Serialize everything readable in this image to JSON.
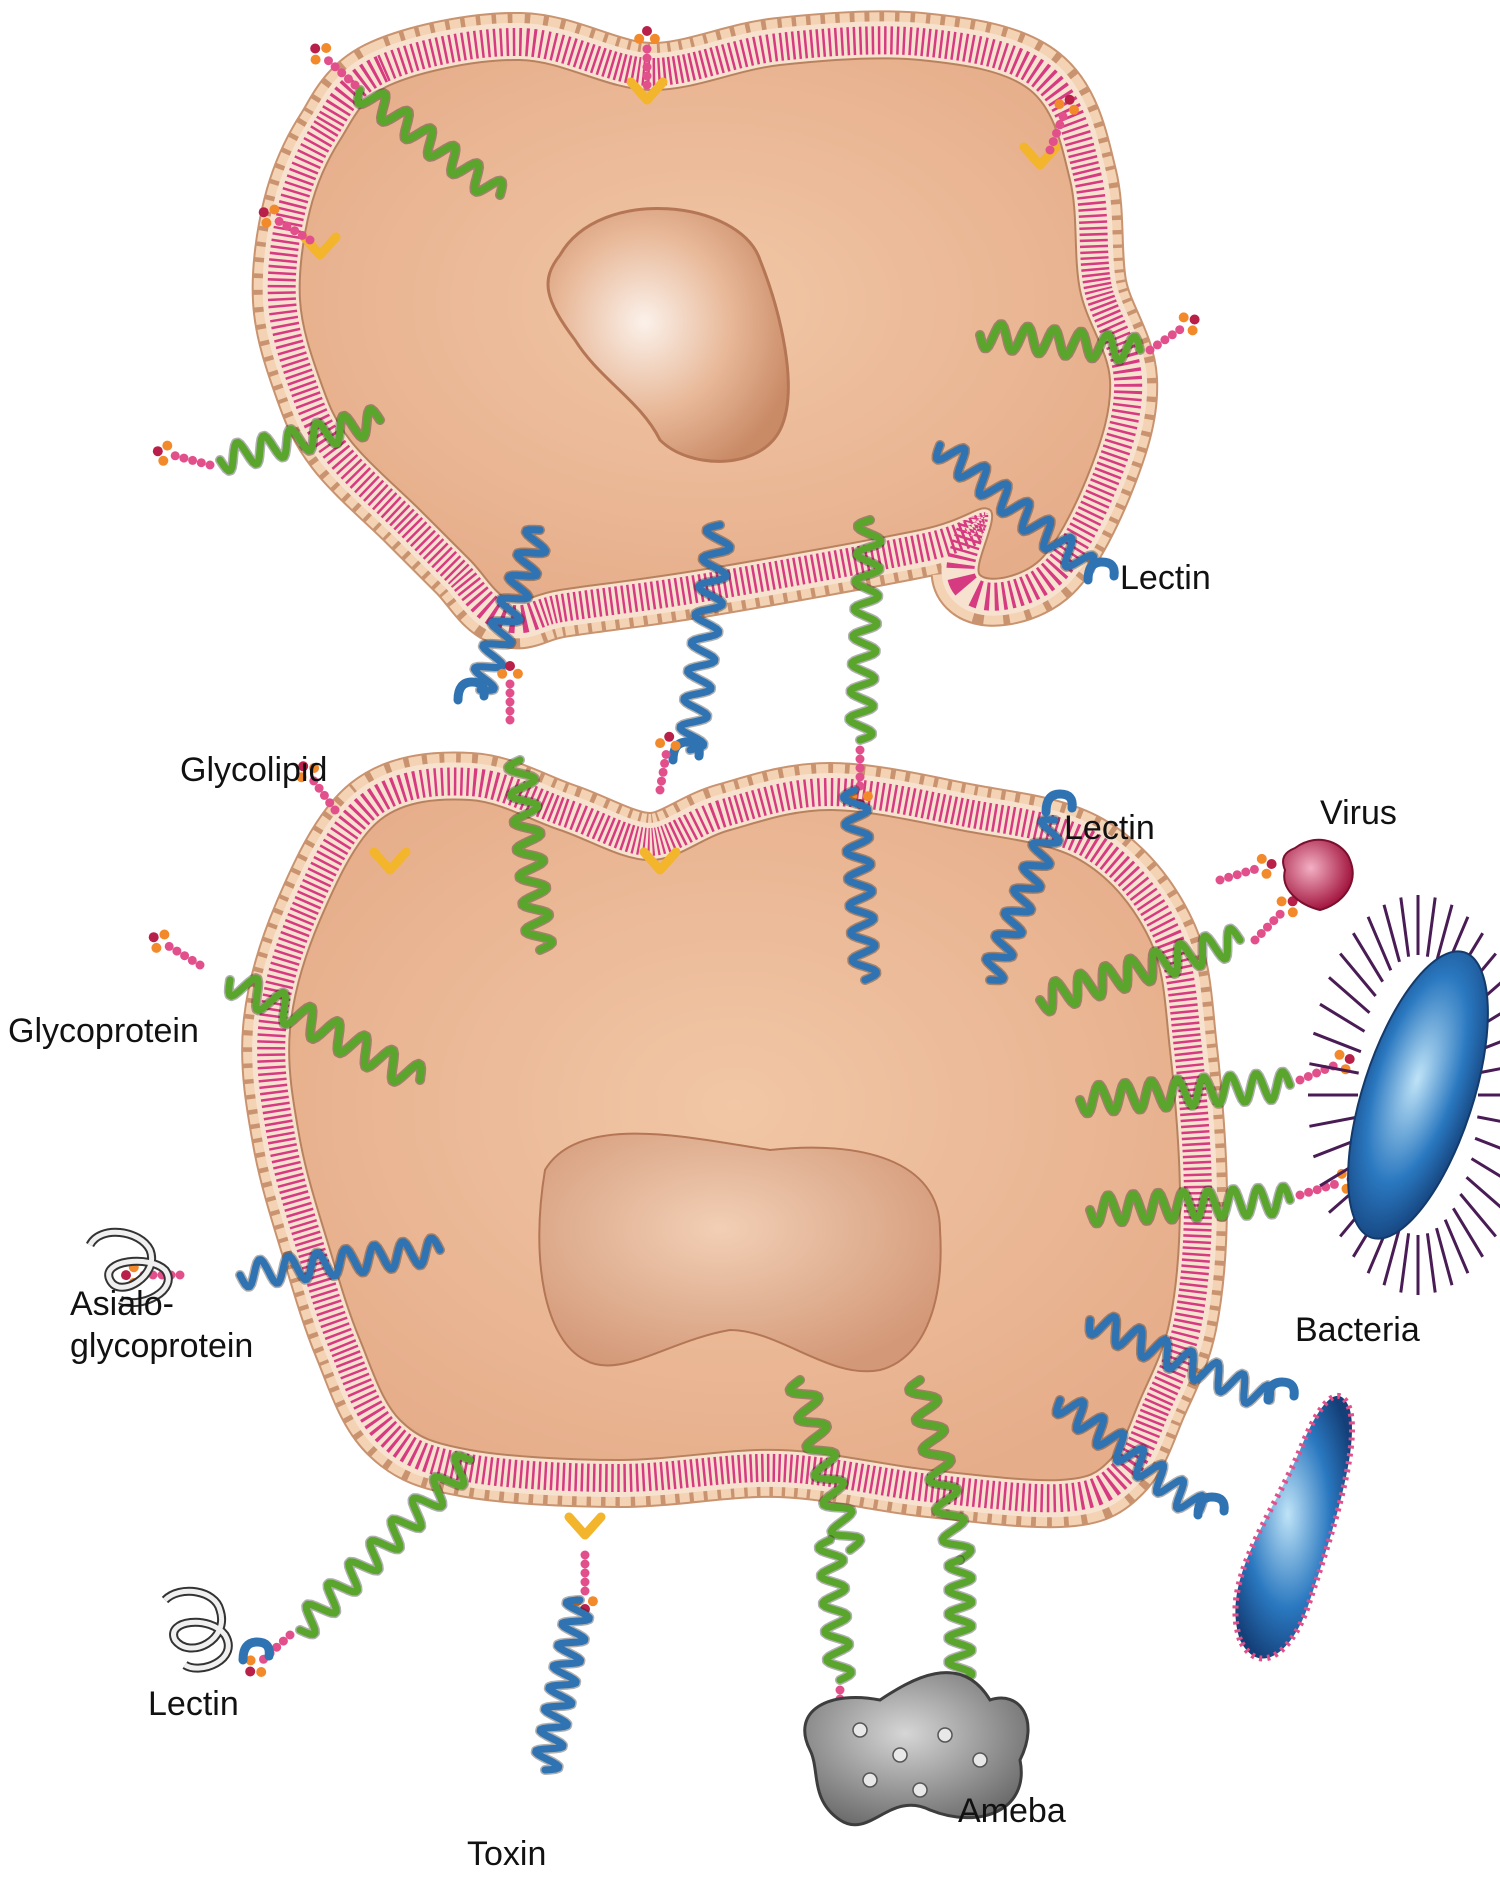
{
  "labels": {
    "lectin_top": "Lectin",
    "glycolipid": "Glycolipid",
    "lectin_mid": "Lectin",
    "virus": "Virus",
    "glycoprotein": "Glycoprotein",
    "bacteria": "Bacteria",
    "asialo_line1": "Asialo-",
    "asialo_line2": "glycoprotein",
    "lectin_bottom": "Lectin",
    "toxin": "Toxin",
    "ameba": "Ameba"
  },
  "colors": {
    "background": "#ffffff",
    "cytoplasm": "#eab592",
    "nucleus": "#e0a98a",
    "lipid_head": "#f4d2b4",
    "lipid_tail": "#d63a80",
    "glycoprotein_helix": "#5aa52c",
    "lectin_helix": "#2f73b2",
    "sugar_chain": "#e2508c",
    "glycolipid_anchor": "#f2b52c",
    "virus": "#b8204a",
    "bacteria": "#2a78c0",
    "ameba": "#8a8a8a"
  }
}
